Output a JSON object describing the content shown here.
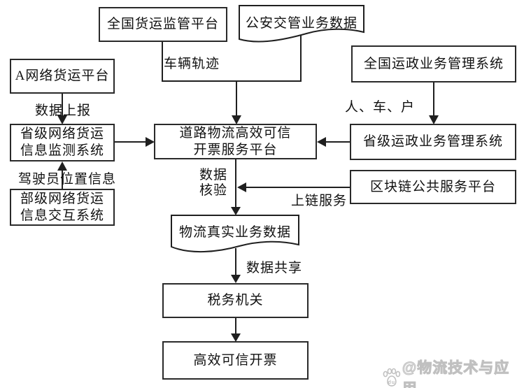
{
  "nodes": {
    "national_freight": {
      "label": "全国货运监管平台"
    },
    "public_security": {
      "label": "公安交管业务数据"
    },
    "a_network": {
      "label": "A网络货运平台"
    },
    "provincial_network": {
      "line1": "省级网络货运",
      "line2": "信息监测系统"
    },
    "ministerial_network": {
      "line1": "部级网络货运",
      "line2": "信息交互系统"
    },
    "center_platform": {
      "line1": "道路物流高效可信",
      "line2": "开票服务平台"
    },
    "national_transport": {
      "label": "全国运政业务管理系统"
    },
    "provincial_transport": {
      "label": "省级运政业务管理系统"
    },
    "blockchain": {
      "label": "区块链公共服务平台"
    },
    "logistics_data": {
      "label": "物流真实业务数据"
    },
    "tax_authority": {
      "label": "税务机关"
    },
    "trusted_invoice": {
      "label": "高效可信开票"
    }
  },
  "edge_labels": {
    "vehicle_track": "车辆轨迹",
    "data_report": "数据上报",
    "driver_location": "驾驶员位置信息",
    "person_vehicle_household": "人、车、户",
    "data_verify_line1": "数据",
    "data_verify_line2": "核验",
    "chain_service": "上链服务",
    "data_share": "数据共享"
  },
  "watermark": {
    "text": "@物流技术与应用",
    "logo_text": "du"
  },
  "colors": {
    "line": "#1f1f1f",
    "border": "#2a2a2a",
    "background": "#ffffff",
    "watermark": "#c0c0c0"
  }
}
